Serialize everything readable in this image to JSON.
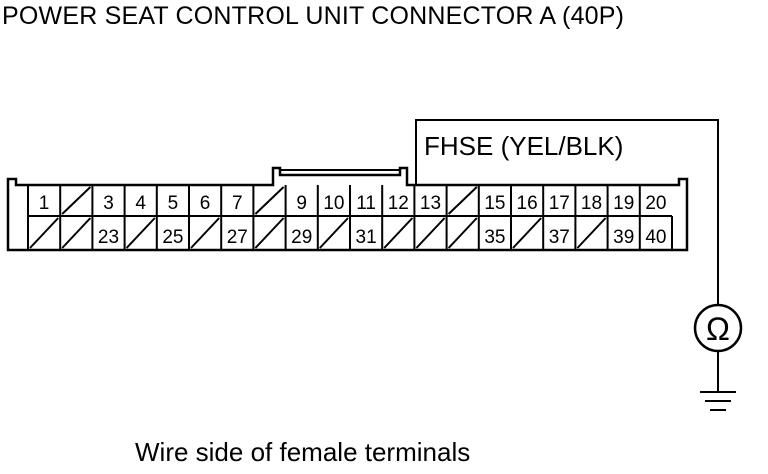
{
  "title": "POWER SEAT CONTROL UNIT CONNECTOR A (40P)",
  "caption": "Wire side of female terminals",
  "probe": {
    "terminal": "12",
    "wire_label": "FHSE (YEL/BLK)",
    "meter_symbol": "Ω",
    "meter_icon": "ohmmeter-icon",
    "ground_icon": "ground-icon"
  },
  "connector": {
    "top_row": [
      "1",
      "",
      "3",
      "4",
      "5",
      "6",
      "7",
      "",
      "9",
      "10",
      "11",
      "12",
      "13",
      "",
      "15",
      "16",
      "17",
      "18",
      "19",
      "20"
    ],
    "bottom_row": [
      "",
      "",
      "23",
      "",
      "25",
      "",
      "27",
      "",
      "29",
      "",
      "31",
      "",
      "",
      "",
      "35",
      "",
      "37",
      "",
      "39",
      "40"
    ]
  },
  "colors": {
    "ink": "#000000",
    "background": "#ffffff"
  }
}
